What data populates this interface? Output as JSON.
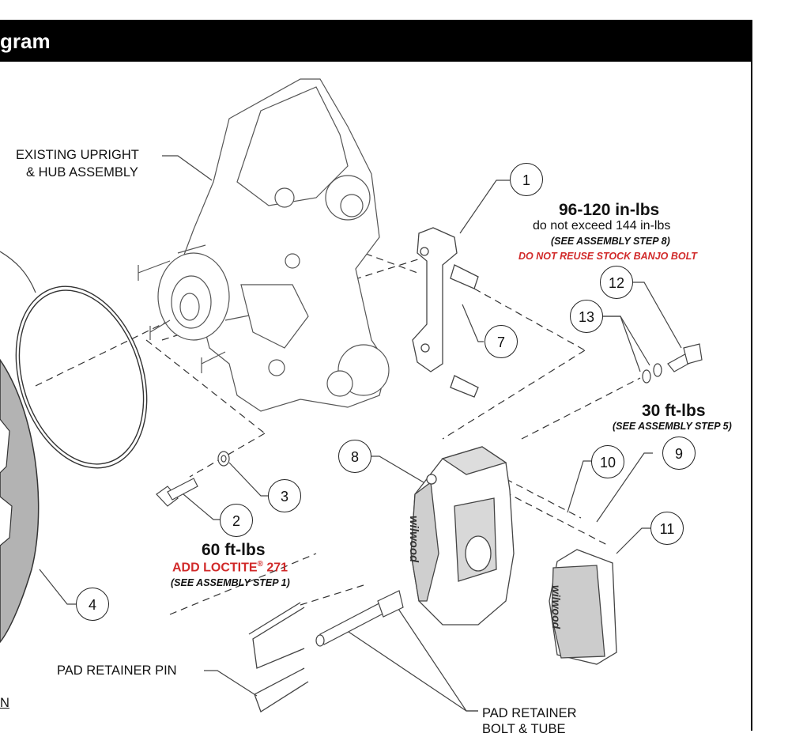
{
  "header": {
    "title": "gram"
  },
  "callouts": {
    "c1": "1",
    "c2": "2",
    "c3": "3",
    "c4": "4",
    "c7": "7",
    "c8": "8",
    "c9": "9",
    "c10": "10",
    "c11": "11",
    "c12": "12",
    "c13": "13"
  },
  "labels": {
    "upright_line1": "EXISTING UPRIGHT",
    "upright_line2": "& HUB ASSEMBLY",
    "pad_retainer_pin": "PAD RETAINER PIN",
    "pad_retainer_bolt_line1": "PAD RETAINER",
    "pad_retainer_bolt_line2": "BOLT & TUBE",
    "left_cut": "N"
  },
  "torque_specs": {
    "banjo": {
      "value": "96-120 in-lbs",
      "limit": "do not exceed 144 in-lbs",
      "step": "(SEE ASSEMBLY STEP 8)",
      "warning": "DO NOT REUSE STOCK BANJO BOLT"
    },
    "pad_bolt": {
      "value": "30 ft-lbs",
      "step": "(SEE ASSEMBLY STEP 5)"
    },
    "bracket_bolt": {
      "value": "60 ft-lbs",
      "loctite": "ADD LOCTITE",
      "reg": "®",
      "loctite_num": " 271",
      "step": "(SEE ASSEMBLY STEP 1)"
    }
  },
  "brand": {
    "caliper_logo": "wilwood",
    "pad_logo": "wilwood"
  },
  "colors": {
    "header_bg": "#000000",
    "warning_red": "#d12a2a",
    "rotor_gray": "#b3b3b3"
  }
}
